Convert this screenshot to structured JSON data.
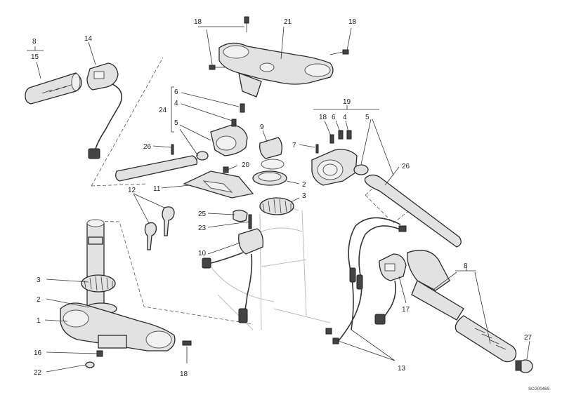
{
  "callouts": {
    "c1": "1",
    "c2a": "2",
    "c2b": "2",
    "c3a": "3",
    "c3b": "3",
    "c4a": "4",
    "c4b": "4",
    "c5a": "5",
    "c5b": "5",
    "c6a": "6",
    "c6b": "6",
    "c7": "7",
    "c8a": "8",
    "c8b": "8",
    "c9": "9",
    "c10": "10",
    "c11": "11",
    "c12": "12",
    "c13": "13",
    "c14": "14",
    "c15": "15",
    "c16": "16",
    "c17": "17",
    "c18a": "18",
    "c18b": "18",
    "c18c": "18",
    "c18d": "18",
    "c19": "19",
    "c20": "20",
    "c21": "21",
    "c22": "22",
    "c23": "23",
    "c24": "24",
    "c25": "25",
    "c26a": "26",
    "c26b": "26",
    "c27": "27"
  },
  "drawing_code": "SCG0046S"
}
